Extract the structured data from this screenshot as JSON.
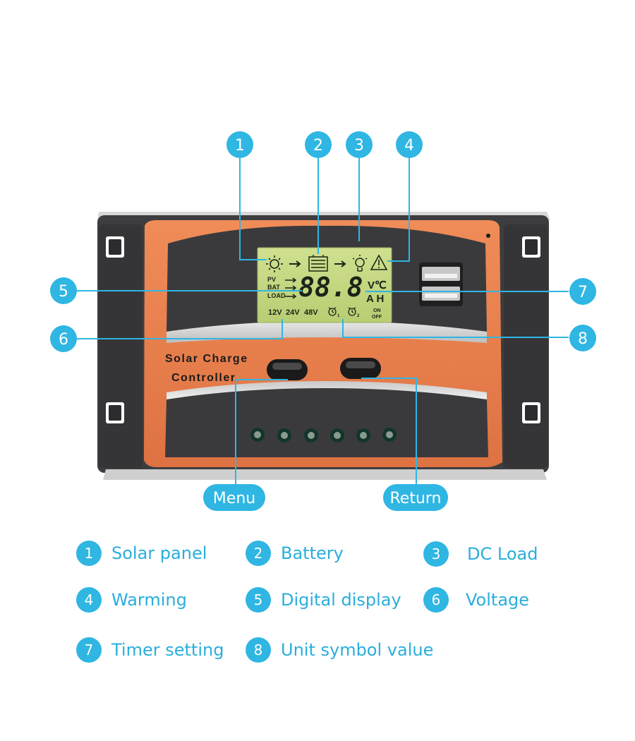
{
  "device": {
    "brand_line1": "Solar Charge",
    "brand_line2": "Controller",
    "lcd": {
      "digits": "88.8",
      "row_labels": [
        "PV",
        "BAT",
        "LOAD"
      ],
      "voltages": [
        "12V",
        "24V",
        "48V"
      ],
      "unit_top": "V℃",
      "unit_bottom": "A H",
      "on_label": "ON",
      "off_label": "OFF",
      "timer1_sub": "1",
      "timer2_sub": "2"
    }
  },
  "callouts": [
    {
      "number": "1"
    },
    {
      "number": "2"
    },
    {
      "number": "3"
    },
    {
      "number": "4"
    },
    {
      "number": "5"
    },
    {
      "number": "6"
    },
    {
      "number": "7"
    },
    {
      "number": "8"
    }
  ],
  "buttons": {
    "menu_label": "Menu",
    "return_label": "Return"
  },
  "legend": [
    {
      "number": "1",
      "label": "Solar panel"
    },
    {
      "number": "2",
      "label": "Battery"
    },
    {
      "number": "3",
      "label": "DC Load"
    },
    {
      "number": "4",
      "label": "Warming"
    },
    {
      "number": "5",
      "label": "Digital display"
    },
    {
      "number": "6",
      "label": "Voltage"
    },
    {
      "number": "7",
      "label": "Timer setting"
    },
    {
      "number": "8",
      "label": "Unit symbol value"
    }
  ],
  "colors": {
    "accent": "#2fb6e3",
    "legend_text": "#2aaedc",
    "housing": "#e9814f",
    "frame": "#3f3f42",
    "lcd": "#c6d884"
  }
}
